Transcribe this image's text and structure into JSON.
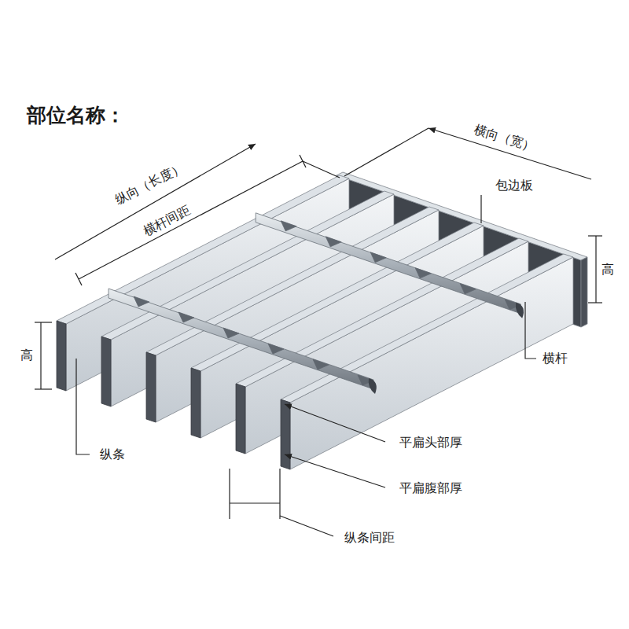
{
  "diagram": {
    "title": "部位名称：",
    "labels": [
      "纵向（长度）",
      "横杆间距",
      "横向（宽）",
      "包边板",
      "高",
      "高",
      "横杆",
      "平扁头部厚",
      "平扁腹部厚",
      "纵条",
      "纵条间距"
    ]
  }
}
